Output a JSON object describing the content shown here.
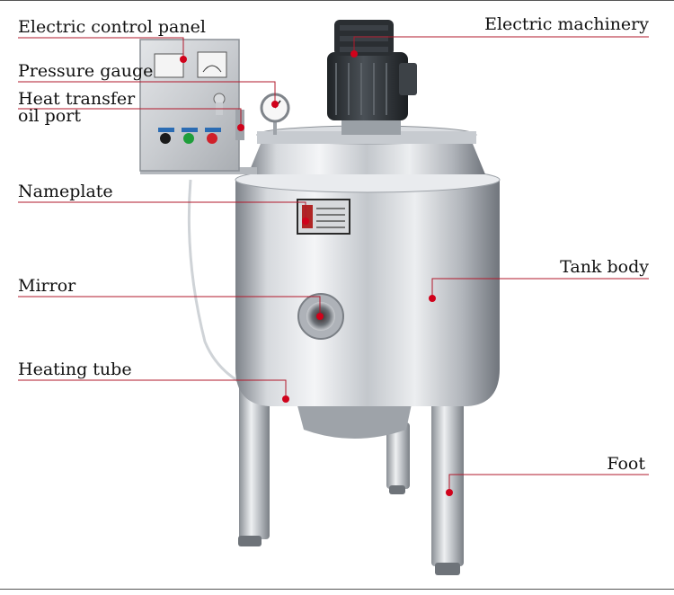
{
  "labels": {
    "electric_control_panel": "Electric control panel",
    "pressure_gauge": "Pressure gauge",
    "heat_transfer_line1": "Heat transfer",
    "heat_transfer_line2": "oil port",
    "nameplate": "Nameplate",
    "mirror": "Mirror",
    "heating_tube": "Heating tube",
    "electric_machinery": "Electric machinery",
    "tank_body": "Tank body",
    "foot": "Foot"
  },
  "colors": {
    "leader_line": "#b2182b",
    "marker_dot": "#d0021b",
    "steel_light": "#f2f3f5",
    "steel_mid": "#b9bdc3",
    "steel_dark": "#6f747b",
    "motor": "#2f3438",
    "button_black": "#1a1a1a",
    "button_green": "#1e9e3a",
    "button_red": "#d0202a"
  },
  "icons": {
    "motor": "electric-motor-icon",
    "gauge": "pressure-gauge-icon",
    "panel": "control-box-icon"
  }
}
